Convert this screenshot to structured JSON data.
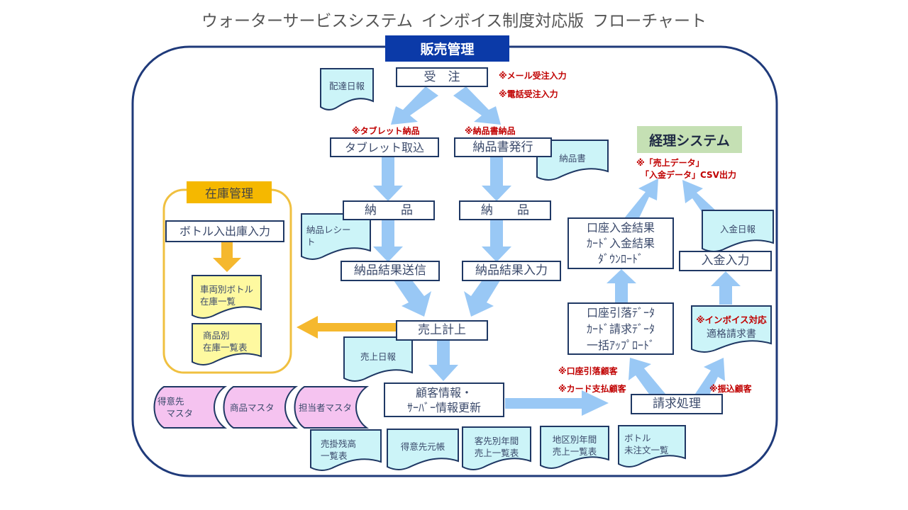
{
  "title": {
    "part1": "ウォーターサービスシステム",
    "part2": "インボイス制度対応版",
    "part3": "フローチャート"
  },
  "sections": {
    "sales": "販売管理",
    "inventory": "在庫管理",
    "accounting": "経理システム"
  },
  "processes": {
    "order": "受　注",
    "tablet_import": "タブレット取込",
    "delivery_slip_issue": "納品書発行",
    "delivery_left": "納　　品",
    "delivery_right": "納　　品",
    "delivery_result_send": "納品結果送信",
    "delivery_result_input": "納品結果入力",
    "sales_record": "売上計上",
    "customer_update": "顧客情報・\nｻｰﾊﾞｰ情報更新",
    "billing": "請求処理",
    "bulk_upload": "口座引落ﾃﾞｰﾀ\nｶｰﾄﾞ請求ﾃﾞｰﾀ\n一括ｱｯﾌﾟﾛｰﾄﾞ",
    "download_results": "口座入金結果\nｶｰﾄﾞ入金結果\nﾀﾞｳﾝﾛｰﾄﾞ",
    "payment_input": "入金入力",
    "bottle_io_input": "ボトル入出庫入力"
  },
  "documents": {
    "delivery_daily": "配達日報",
    "delivery_slip": "納品書",
    "delivery_receipt": "納品レシー\nト",
    "sales_daily": "売上日報",
    "payment_daily": "入金日報",
    "qualified_invoice_note": "※インボイス対応",
    "qualified_invoice": "適格請求書",
    "vehicle_bottle_stock": "車両別ボトル\n在庫一覧",
    "product_stock_list": "商品別\n在庫一覧表",
    "receivables_list": "売掛残高\n一覧表",
    "customer_ledger": "得意先元帳",
    "customer_annual_sales": "客先別年間\n売上一覧表",
    "area_annual_sales": "地区別年間\n売上一覧表",
    "bottle_unordered": "ボトル\n未注文一覧"
  },
  "masters": {
    "customer_master": "得意先\n　マスタ",
    "product_master": "商品マスタ",
    "staff_master": "担当者マスタ"
  },
  "notes": {
    "mail_order": "※メール受注入力",
    "phone_order": "※電話受注入力",
    "tablet_delivery": "※タブレット納品",
    "slip_delivery": "※納品書納品",
    "csv_output": "※「売上データ」\n　「入金データ」CSV出力",
    "direct_debit": "※口座引落顧客",
    "card_payment": "※カード支払顧客",
    "bank_transfer": "※振込顧客"
  },
  "colors": {
    "frame": "#1f3a7a",
    "sales_header": "#0b3aa8",
    "inventory_header": "#f5b800",
    "inventory_frame": "#f0c040",
    "accounting_header": "#c5e0b4",
    "flow_arrow": "#99c8f5",
    "inventory_arrow": "#f5b82e",
    "document_fill": "#ccf4f8",
    "inventory_doc_fill": "#fef9a0",
    "master_fill": "#f5c3f0",
    "note_red": "#c00000"
  }
}
